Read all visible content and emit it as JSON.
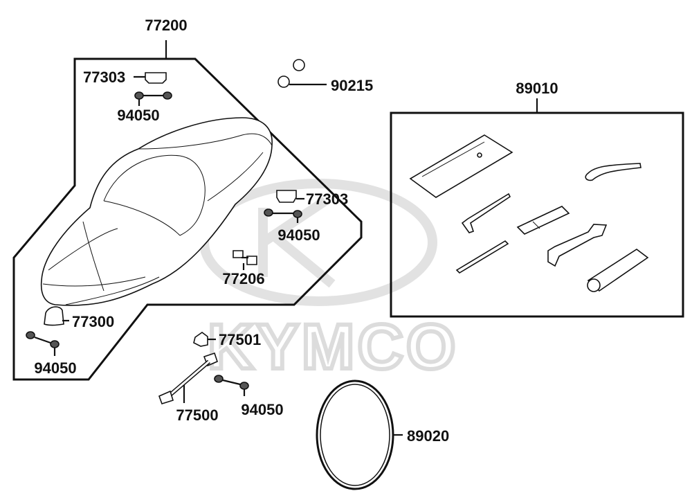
{
  "watermark": {
    "brand": "KYMCO"
  },
  "groups": {
    "seat_group": "77200",
    "tool_kit_group": "89010"
  },
  "labels": {
    "seat_hook_upper": "77303",
    "seat_nut_upper": "94050",
    "seat_hook_right": "77303",
    "seat_nut_right": "94050",
    "seat_stopper": "77206",
    "seat_bumper": "77300",
    "seat_nut_lower": "94050",
    "cap_nut": "90215",
    "lock_bracket": "77501",
    "lock_cable": "77500",
    "cable_nut": "94050",
    "belt": "89020"
  }
}
